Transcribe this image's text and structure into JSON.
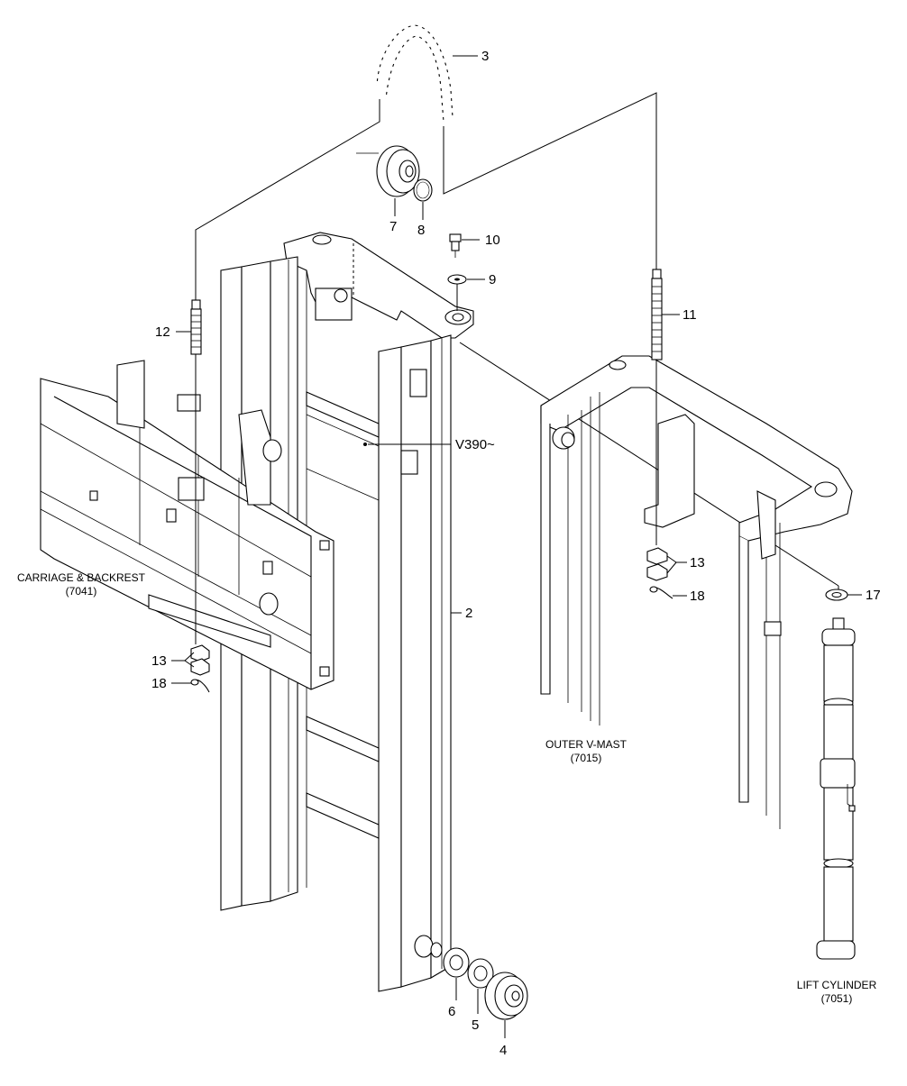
{
  "diagram": {
    "callouts": {
      "p2": "2",
      "p3": "3",
      "p4": "4",
      "p5": "5",
      "p6": "6",
      "p7": "7",
      "p8": "8",
      "p9": "9",
      "p10": "10",
      "p11": "11",
      "p12": "12",
      "p13_left": "13",
      "p13_right": "13",
      "p17": "17",
      "p18_left": "18",
      "p18_right": "18",
      "v390": "V390~"
    },
    "assemblies": {
      "carriage_name": "CARRIAGE & BACKREST",
      "carriage_code": "(7041)",
      "outer_mast_name": "OUTER V-MAST",
      "outer_mast_code": "(7015)",
      "lift_cylinder_name": "LIFT CYLINDER",
      "lift_cylinder_code": "(7051)"
    }
  }
}
